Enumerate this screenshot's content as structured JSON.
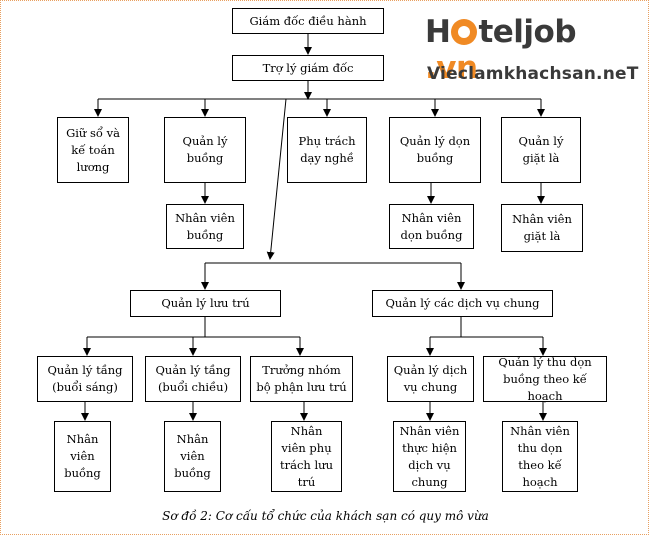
{
  "logo": {
    "part1": "H",
    "part2": "teljob",
    "part3": ".vn",
    "subtitle": "Vieclamkhachsan.neT",
    "color_dark": "#3a3a3a",
    "color_accent": "#f08a24"
  },
  "nodes": {
    "gm": "Giám đốc điều hành",
    "assistant": "Trợ lý giám đốc",
    "bookkeeping": "Giữ sổ và\nkế toán\nlương",
    "room_manager": "Quản lý\nbuồng",
    "training": "Phụ trách\ndạy nghề",
    "cleaning_manager": "Quản lý dọn\nbuồng",
    "laundry_manager": "Quản lý\ngiặt là",
    "room_staff": "Nhân viên\nbuồng",
    "cleaning_staff": "Nhân viên\ndọn buồng",
    "laundry_staff": "Nhân viên\ngiặt là",
    "lodging_manager": "Quản lý lưu trú",
    "services_manager": "Quản lý các dịch vụ chung",
    "floor_morning": "Quản lý tầng\n(buổi sáng)",
    "floor_afternoon": "Quản lý tầng\n(buổi chiều)",
    "lodging_lead": "Trưởng nhóm\nbộ phận lưu trú",
    "service_manager": "Quản lý dịch\nvụ chung",
    "housekeeping_plan_manager": "Quản lý thu dọn\nbuồng theo kế hoạch",
    "staff_morning": "Nhân\nviên\nbuồng",
    "staff_afternoon": "Nhân\nviên\nbuồng",
    "lodging_staff": "Nhân\nviên phụ\ntrách lưu\ntrú",
    "service_staff": "Nhân viên\nthực hiện\ndịch vụ\nchung",
    "housekeeping_staff": "Nhân viên\nthu dọn\ntheo kế\nhoạch"
  },
  "caption": "Sơ đồ 2: Cơ cấu tổ chức của khách sạn có quy mô vừa"
}
